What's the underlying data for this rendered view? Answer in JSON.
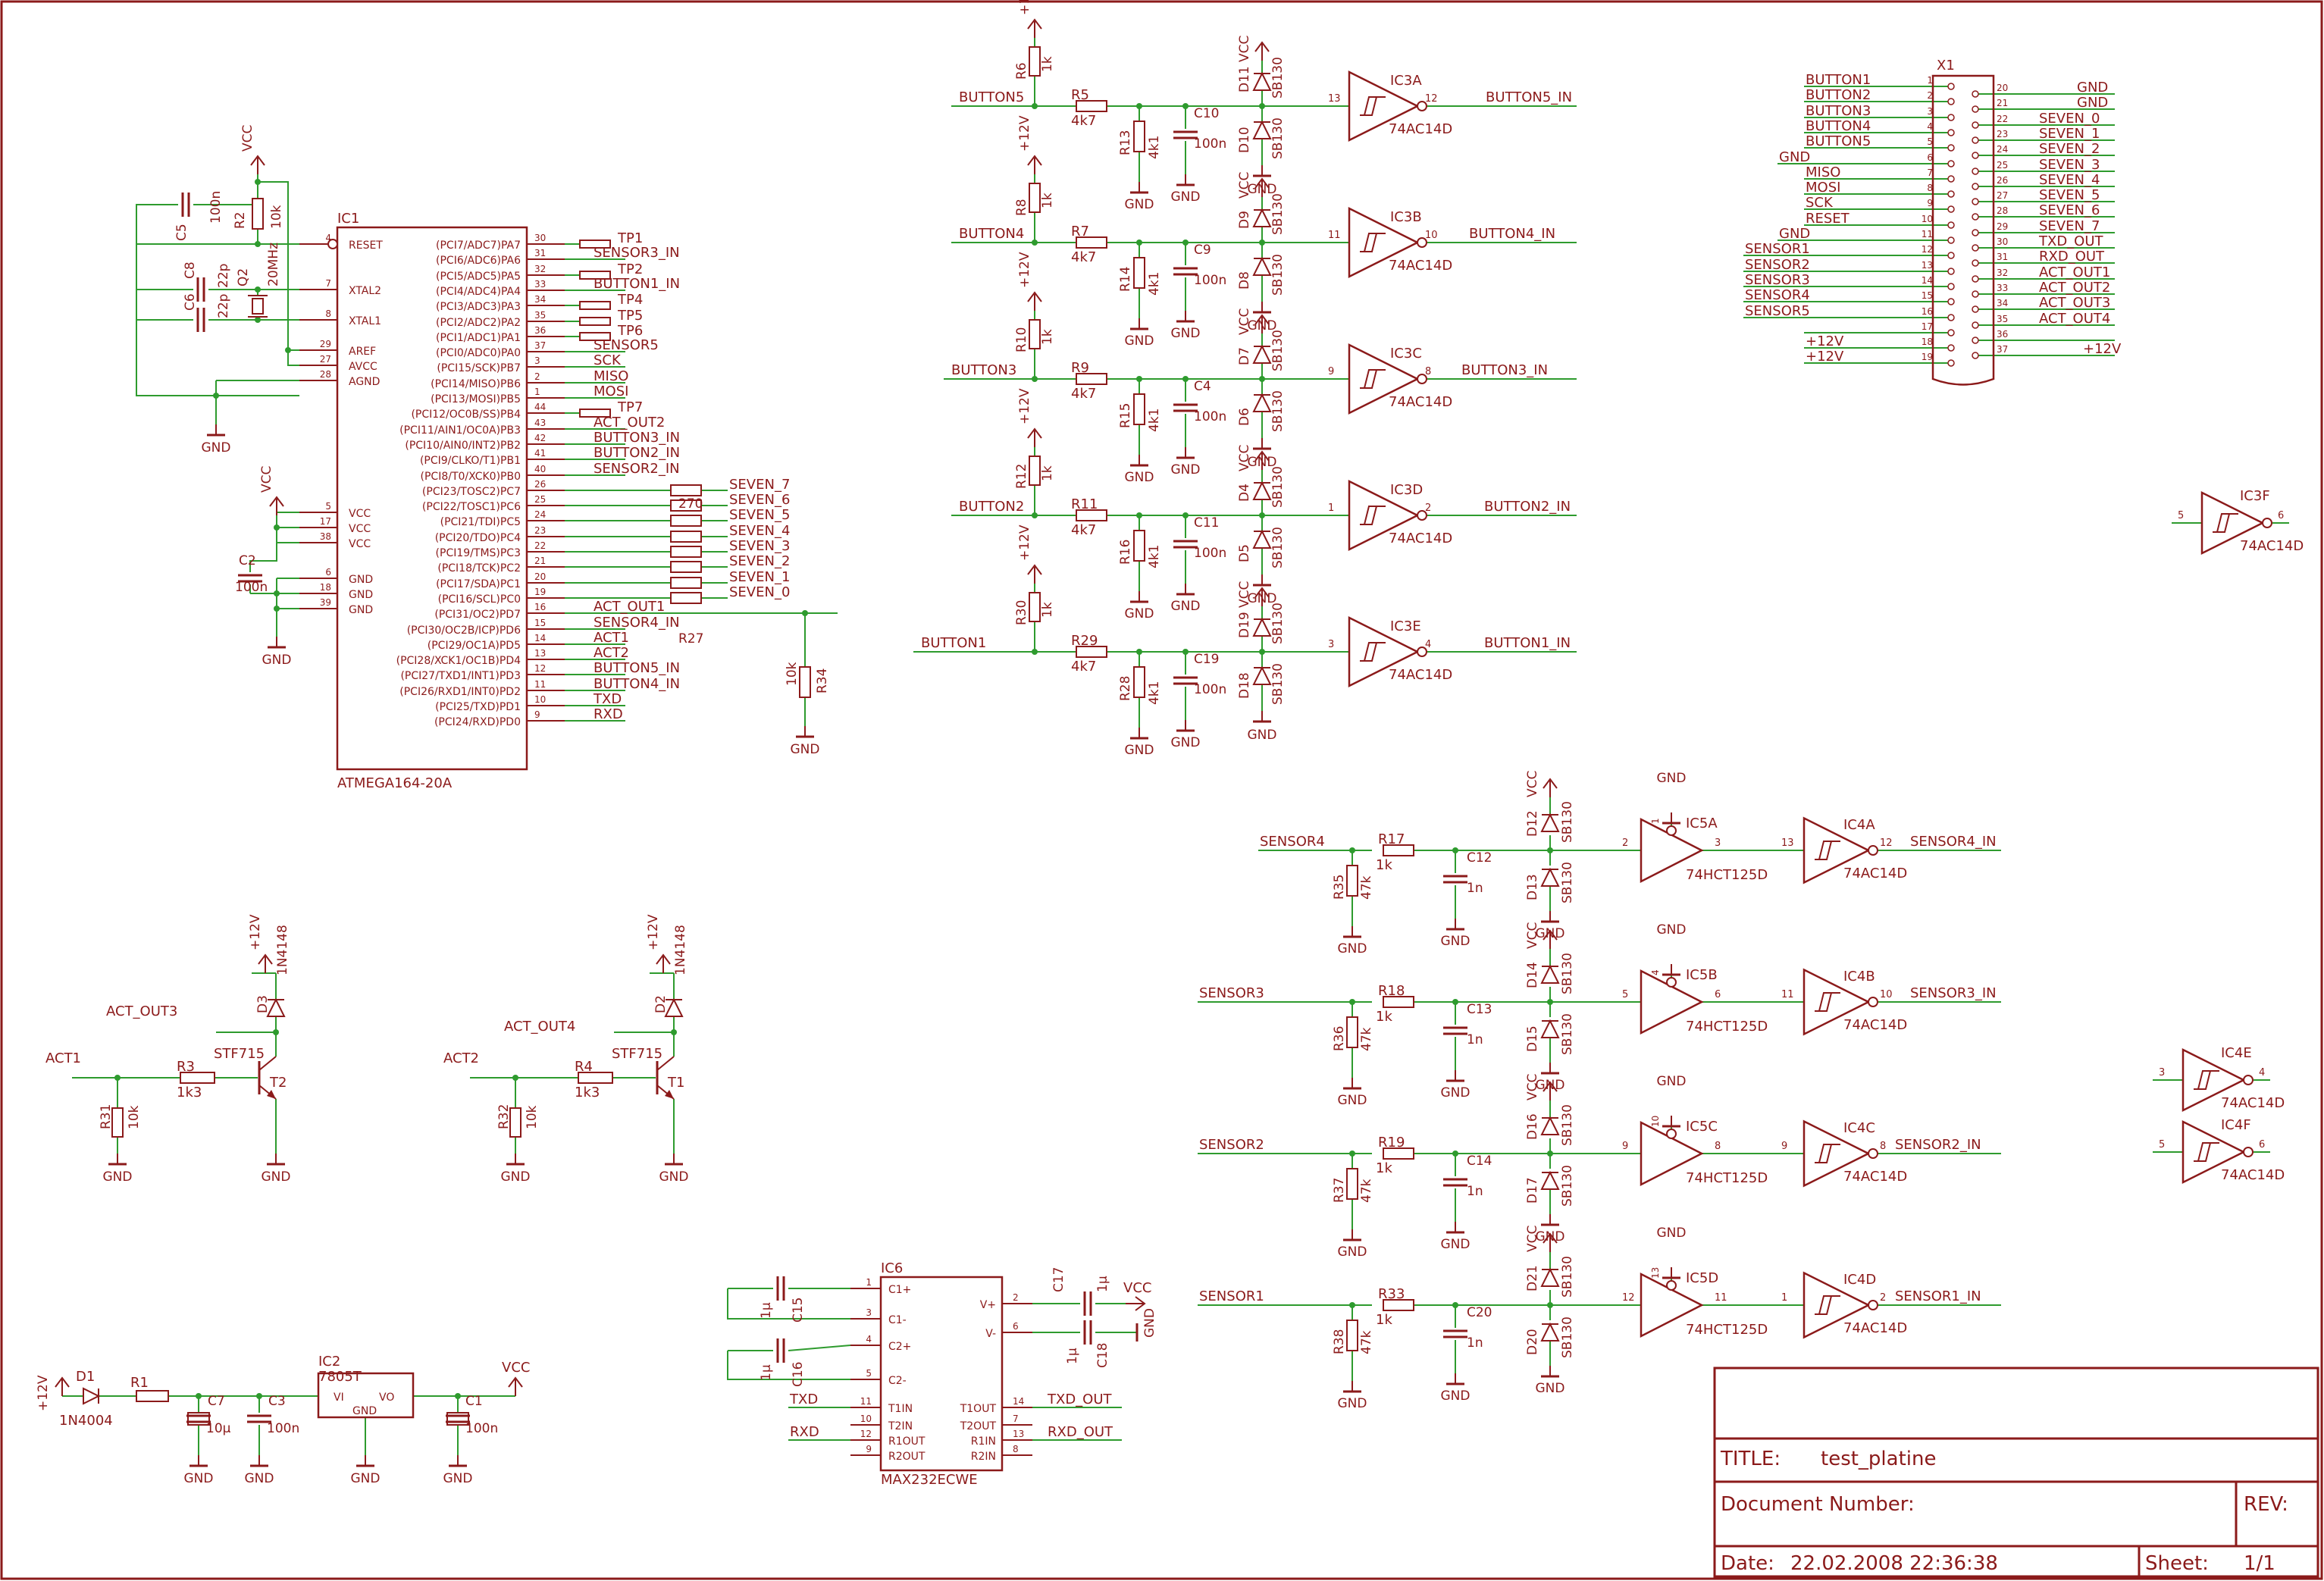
{
  "colors": {
    "wire": "#2e9b2e",
    "part": "#8b1a1a",
    "text": "#8b1a1a",
    "pin": "#8b1a1a",
    "bg": "#ffffff"
  },
  "title_block": {
    "title_label": "TITLE:",
    "title": "test_platine",
    "docnum_label": "Document Number:",
    "rev_label": "REV:",
    "date_label": "Date:",
    "date": "22.02.2008 22:36:38",
    "sheet_label": "Sheet:",
    "sheet": "1/1"
  },
  "nets": {
    "vcc": "VCC",
    "gnd": "GND",
    "p12v": "+12V",
    "button": [
      "BUTTON5",
      "BUTTON4",
      "BUTTON3",
      "BUTTON2",
      "BUTTON1"
    ],
    "button_in": [
      "BUTTON5_IN",
      "BUTTON4_IN",
      "BUTTON3_IN",
      "BUTTON2_IN",
      "BUTTON1_IN"
    ],
    "sensor": [
      "SENSOR4",
      "SENSOR3",
      "SENSOR2",
      "SENSOR1"
    ],
    "sensor_in": [
      "SENSOR4_IN",
      "SENSOR3_IN",
      "SENSOR2_IN",
      "SENSOR1_IN"
    ],
    "act_out": [
      "ACT_OUT1",
      "ACT_OUT2",
      "ACT_OUT3",
      "ACT_OUT4"
    ],
    "act": [
      "ACT1",
      "ACT2"
    ],
    "seven": [
      "SEVEN_7",
      "SEVEN_6",
      "SEVEN_5",
      "SEVEN_4",
      "SEVEN_3",
      "SEVEN_2",
      "SEVEN_1",
      "SEVEN_0"
    ],
    "txd": "TXD",
    "rxd": "RXD",
    "txd_out": "TXD_OUT",
    "rxd_out": "RXD_OUT",
    "sck": "SCK",
    "miso": "MISO",
    "mosi": "MOSI",
    "reset": "RESET"
  },
  "ic1": {
    "ref": "IC1",
    "value": "ATMEGA164-20A",
    "left_pins": [
      {
        "n": "4",
        "name": "RESET"
      },
      {
        "n": "7",
        "name": "XTAL2"
      },
      {
        "n": "8",
        "name": "XTAL1"
      },
      {
        "n": "29",
        "name": "AREF"
      },
      {
        "n": "27",
        "name": "AVCC"
      },
      {
        "n": "28",
        "name": "AGND"
      },
      {
        "n": "5",
        "name": "VCC"
      },
      {
        "n": "17",
        "name": "VCC"
      },
      {
        "n": "38",
        "name": "VCC"
      },
      {
        "n": "6",
        "name": "GND"
      },
      {
        "n": "18",
        "name": "GND"
      },
      {
        "n": "39",
        "name": "GND"
      }
    ],
    "right_pins": [
      {
        "n": "30",
        "name": "(PCI7/ADC7)PA7",
        "net": ""
      },
      {
        "n": "31",
        "name": "(PCI6/ADC6)PA6",
        "net": "SENSOR3_IN"
      },
      {
        "n": "32",
        "name": "(PCI5/ADC5)PA5",
        "net": ""
      },
      {
        "n": "33",
        "name": "(PCI4/ADC4)PA4",
        "net": "BUTTON1_IN"
      },
      {
        "n": "34",
        "name": "(PCI3/ADC3)PA3",
        "net": ""
      },
      {
        "n": "35",
        "name": "(PCI2/ADC2)PA2",
        "net": ""
      },
      {
        "n": "36",
        "name": "(PCI1/ADC1)PA1",
        "net": ""
      },
      {
        "n": "37",
        "name": "(PCI0/ADC0)PA0",
        "net": "SENSOR5"
      },
      {
        "n": "3",
        "name": "(PCI15/SCK)PB7",
        "net": "SCK"
      },
      {
        "n": "2",
        "name": "(PCI14/MISO)PB6",
        "net": "MISO"
      },
      {
        "n": "1",
        "name": "(PCI13/MOSI)PB5",
        "net": "MOSI"
      },
      {
        "n": "44",
        "name": "(PCI12/OC0B/SS)PB4",
        "net": ""
      },
      {
        "n": "43",
        "name": "(PCI11/AIN1/OC0A)PB3",
        "net": "ACT_OUT2"
      },
      {
        "n": "42",
        "name": "(PCI10/AIN0/INT2)PB2",
        "net": "BUTTON3_IN"
      },
      {
        "n": "41",
        "name": "(PCI9/CLKO/T1)PB1",
        "net": "BUTTON2_IN"
      },
      {
        "n": "40",
        "name": "(PCI8/T0/XCK0)PB0",
        "net": "SENSOR2_IN"
      },
      {
        "n": "26",
        "name": "(PCI23/TOSC2)PC7",
        "net": ""
      },
      {
        "n": "25",
        "name": "(PCI22/TOSC1)PC6",
        "net": ""
      },
      {
        "n": "24",
        "name": "(PCI21/TDI)PC5",
        "net": ""
      },
      {
        "n": "23",
        "name": "(PCI20/TDO)PC4",
        "net": ""
      },
      {
        "n": "22",
        "name": "(PCI19/TMS)PC3",
        "net": ""
      },
      {
        "n": "21",
        "name": "(PCI18/TCK)PC2",
        "net": ""
      },
      {
        "n": "20",
        "name": "(PCI17/SDA)PC1",
        "net": ""
      },
      {
        "n": "19",
        "name": "(PCI16/SCL)PC0",
        "net": ""
      },
      {
        "n": "16",
        "name": "(PCI31/OC2)PD7",
        "net": "ACT_OUT1"
      },
      {
        "n": "15",
        "name": "(PCI30/OC2B/ICP)PD6",
        "net": "SENSOR4_IN"
      },
      {
        "n": "14",
        "name": "(PCI29/OC1A)PD5",
        "net": "ACT1"
      },
      {
        "n": "13",
        "name": "(PCI28/XCK1/OC1B)PD4",
        "net": "ACT2"
      },
      {
        "n": "12",
        "name": "(PCI27/TXD1/INT1)PD3",
        "net": "BUTTON5_IN"
      },
      {
        "n": "11",
        "name": "(PCI26/RXD1/INT0)PD2",
        "net": "BUTTON4_IN"
      },
      {
        "n": "10",
        "name": "(PCI25/TXD)PD1",
        "net": "TXD"
      },
      {
        "n": "9",
        "name": "(PCI24/RXD)PD0",
        "net": "RXD"
      }
    ],
    "testpoints": [
      "TP1",
      "TP2",
      "TP4",
      "TP5",
      "TP6",
      "TP7"
    ],
    "rarray": {
      "value": "270",
      "ref": "R27"
    }
  },
  "mcu_parts": {
    "c5": {
      "ref": "C5",
      "value": "100n"
    },
    "r2": {
      "ref": "R2",
      "value": "10k"
    },
    "c8": {
      "ref": "C8",
      "value": "22p"
    },
    "c6": {
      "ref": "C6",
      "value": "22p"
    },
    "q2": {
      "ref": "Q2",
      "value": "20MHz"
    },
    "c2": {
      "ref": "C2",
      "value": "100n"
    },
    "r34": {
      "ref": "R34",
      "value": "10k"
    }
  },
  "button_channels": [
    {
      "rpu": "R6",
      "rpu_val": "1k",
      "rs": "R5",
      "rs_val": "4k7",
      "rpd": "R13",
      "rpd_val": "4k1",
      "c": "C10",
      "c_val": "100n",
      "dh": "D11",
      "dl": "D10",
      "d_val": "SB130",
      "ic": "IC3A",
      "ic_val": "74AC14D",
      "pin_in": "13",
      "pin_out": "12"
    },
    {
      "rpu": "R8",
      "rpu_val": "1k",
      "rs": "R7",
      "rs_val": "4k7",
      "rpd": "R14",
      "rpd_val": "4k1",
      "c": "C9",
      "c_val": "100n",
      "dh": "D9",
      "dl": "D8",
      "d_val": "SB130",
      "ic": "IC3B",
      "ic_val": "74AC14D",
      "pin_in": "11",
      "pin_out": "10"
    },
    {
      "rpu": "R10",
      "rpu_val": "1k",
      "rs": "R9",
      "rs_val": "4k7",
      "rpd": "R15",
      "rpd_val": "4k1",
      "c": "C4",
      "c_val": "100n",
      "dh": "D7",
      "dl": "D6",
      "d_val": "SB130",
      "ic": "IC3C",
      "ic_val": "74AC14D",
      "pin_in": "9",
      "pin_out": "8"
    },
    {
      "rpu": "R12",
      "rpu_val": "1k",
      "rs": "R11",
      "rs_val": "4k7",
      "rpd": "R16",
      "rpd_val": "4k1",
      "c": "C11",
      "c_val": "100n",
      "dh": "D4",
      "dl": "D5",
      "d_val": "SB130",
      "ic": "IC3D",
      "ic_val": "74AC14D",
      "pin_in": "1",
      "pin_out": "2"
    },
    {
      "rpu": "R30",
      "rpu_val": "1k",
      "rs": "R29",
      "rs_val": "4k7",
      "rpd": "R28",
      "rpd_val": "4k1",
      "c": "C19",
      "c_val": "100n",
      "dh": "D19",
      "dl": "D18",
      "d_val": "SB130",
      "ic": "IC3E",
      "ic_val": "74AC14D",
      "pin_in": "3",
      "pin_out": "4"
    }
  ],
  "sensor_channels": [
    {
      "rs": "R17",
      "rs_val": "1k",
      "rpd": "R35",
      "rpd_val": "47k",
      "c": "C12",
      "c_val": "1n",
      "dh": "D12",
      "dl": "D13",
      "d_val": "SB130",
      "buf": "IC5A",
      "buf_val": "74HCT125D",
      "buf_in": "2",
      "buf_out": "3",
      "buf_oe": "1",
      "inv": "IC4A",
      "inv_val": "74AC14D",
      "inv_in": "13",
      "inv_out": "12"
    },
    {
      "rs": "R18",
      "rs_val": "1k",
      "rpd": "R36",
      "rpd_val": "47k",
      "c": "C13",
      "c_val": "1n",
      "dh": "D14",
      "dl": "D15",
      "d_val": "SB130",
      "buf": "IC5B",
      "buf_val": "74HCT125D",
      "buf_in": "5",
      "buf_out": "6",
      "buf_oe": "4",
      "inv": "IC4B",
      "inv_val": "74AC14D",
      "inv_in": "11",
      "inv_out": "10"
    },
    {
      "rs": "R19",
      "rs_val": "1k",
      "rpd": "R37",
      "rpd_val": "47k",
      "c": "C14",
      "c_val": "1n",
      "dh": "D16",
      "dl": "D17",
      "d_val": "SB130",
      "buf": "IC5C",
      "buf_val": "74HCT125D",
      "buf_in": "9",
      "buf_out": "8",
      "buf_oe": "10",
      "inv": "IC4C",
      "inv_val": "74AC14D",
      "inv_in": "9",
      "inv_out": "8"
    },
    {
      "rs": "R33",
      "rs_val": "1k",
      "rpd": "R38",
      "rpd_val": "47k",
      "c": "C20",
      "c_val": "1n",
      "dh": "D21",
      "dl": "D20",
      "d_val": "SB130",
      "buf": "IC5D",
      "buf_val": "74HCT125D",
      "buf_in": "12",
      "buf_out": "11",
      "buf_oe": "13",
      "inv": "IC4D",
      "inv_val": "74AC14D",
      "inv_in": "1",
      "inv_out": "2"
    }
  ],
  "spare_gates": [
    {
      "ref": "IC3F",
      "value": "74AC14D",
      "pin_in": "5",
      "pin_out": "6"
    },
    {
      "ref": "IC4E",
      "value": "74AC14D",
      "pin_in": "3",
      "pin_out": "4"
    },
    {
      "ref": "IC4F",
      "value": "74AC14D",
      "pin_in": "5",
      "pin_out": "6"
    }
  ],
  "drivers": [
    {
      "act": "ACT1",
      "out": "ACT_OUT3",
      "rb": "R3",
      "rb_val": "1k3",
      "rpd": "R31",
      "rpd_val": "10k",
      "q": "T2",
      "q_val": "STF715",
      "d": "D3",
      "d_val": "1N4148"
    },
    {
      "act": "ACT2",
      "out": "ACT_OUT4",
      "rb": "R4",
      "rb_val": "1k3",
      "rpd": "R32",
      "rpd_val": "10k",
      "q": "T1",
      "q_val": "STF715",
      "d": "D2",
      "d_val": "1N4148"
    }
  ],
  "power": {
    "d1": {
      "ref": "D1",
      "value": "1N4004"
    },
    "r1": {
      "ref": "R1"
    },
    "c7": {
      "ref": "C7",
      "value": "10µ"
    },
    "c3": {
      "ref": "C3",
      "value": "100n"
    },
    "ic2": {
      "ref": "IC2",
      "value": "7805T",
      "vi": "VI",
      "vo": "VO",
      "gnd": "GND"
    },
    "c1": {
      "ref": "C1",
      "value": "100n"
    }
  },
  "max232": {
    "ref": "IC6",
    "value": "MAX232ECWE",
    "left": [
      {
        "n": "1",
        "name": "C1+"
      },
      {
        "n": "3",
        "name": "C1-"
      },
      {
        "n": "4",
        "name": "C2+"
      },
      {
        "n": "5",
        "name": "C2-"
      },
      {
        "n": "11",
        "name": "T1IN"
      },
      {
        "n": "10",
        "name": "T2IN"
      },
      {
        "n": "12",
        "name": "R1OUT"
      },
      {
        "n": "9",
        "name": "R2OUT"
      }
    ],
    "right": [
      {
        "n": "2",
        "name": "V+"
      },
      {
        "n": "6",
        "name": "V-"
      },
      {
        "n": "14",
        "name": "T1OUT"
      },
      {
        "n": "7",
        "name": "T2OUT"
      },
      {
        "n": "13",
        "name": "R1IN"
      },
      {
        "n": "8",
        "name": "R2IN"
      }
    ],
    "caps": [
      {
        "ref": "C15",
        "value": "1µ"
      },
      {
        "ref": "C16",
        "value": "1µ"
      },
      {
        "ref": "C17",
        "value": "1µ"
      },
      {
        "ref": "C18",
        "value": "1µ"
      }
    ]
  },
  "x1": {
    "ref": "X1",
    "left": [
      {
        "n": "1",
        "net": "BUTTON1"
      },
      {
        "n": "2",
        "net": "BUTTON2"
      },
      {
        "n": "3",
        "net": "BUTTON3"
      },
      {
        "n": "4",
        "net": "BUTTON4"
      },
      {
        "n": "5",
        "net": "BUTTON5"
      },
      {
        "n": "6",
        "net": "GND"
      },
      {
        "n": "7",
        "net": "MISO"
      },
      {
        "n": "8",
        "net": "MOSI"
      },
      {
        "n": "9",
        "net": "SCK"
      },
      {
        "n": "10",
        "net": "RESET"
      },
      {
        "n": "11",
        "net": "GND"
      },
      {
        "n": "12",
        "net": "SENSOR1"
      },
      {
        "n": "13",
        "net": "SENSOR2"
      },
      {
        "n": "14",
        "net": "SENSOR3"
      },
      {
        "n": "15",
        "net": "SENSOR4"
      },
      {
        "n": "16",
        "net": "SENSOR5"
      },
      {
        "n": "17",
        "net": ""
      },
      {
        "n": "18",
        "net": "+12V"
      },
      {
        "n": "19",
        "net": "+12V"
      }
    ],
    "right": [
      {
        "n": "20",
        "net": "GND"
      },
      {
        "n": "21",
        "net": "GND"
      },
      {
        "n": "22",
        "net": "SEVEN_0"
      },
      {
        "n": "23",
        "net": "SEVEN_1"
      },
      {
        "n": "24",
        "net": "SEVEN_2"
      },
      {
        "n": "25",
        "net": "SEVEN_3"
      },
      {
        "n": "26",
        "net": "SEVEN_4"
      },
      {
        "n": "27",
        "net": "SEVEN_5"
      },
      {
        "n": "28",
        "net": "SEVEN_6"
      },
      {
        "n": "29",
        "net": "SEVEN_7"
      },
      {
        "n": "30",
        "net": "TXD_OUT"
      },
      {
        "n": "31",
        "net": "RXD_OUT"
      },
      {
        "n": "32",
        "net": "ACT_OUT1"
      },
      {
        "n": "33",
        "net": "ACT_OUT2"
      },
      {
        "n": "34",
        "net": "ACT_OUT3"
      },
      {
        "n": "35",
        "net": "ACT_OUT4"
      },
      {
        "n": "36",
        "net": ""
      },
      {
        "n": "37",
        "net": "+12V"
      }
    ]
  }
}
